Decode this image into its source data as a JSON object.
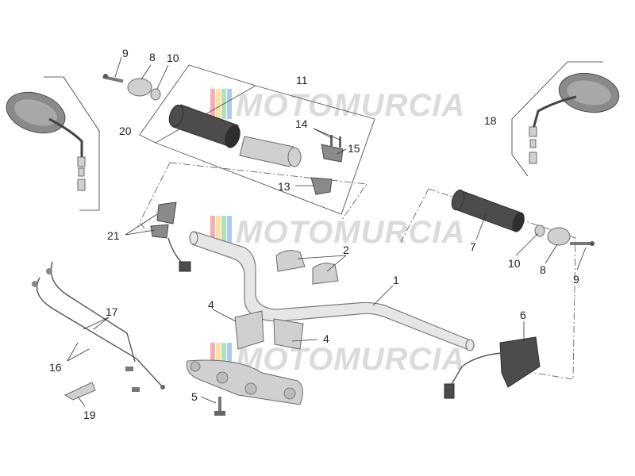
{
  "diagram": {
    "watermark_text": "MOTOMURCIA",
    "callouts": {
      "c1": "1",
      "c2": "2",
      "c4a": "4",
      "c4b": "4",
      "c5": "5",
      "c6": "6",
      "c7": "7",
      "c8a": "8",
      "c8b": "8",
      "c9a": "9",
      "c9b": "9",
      "c10a": "10",
      "c10b": "10",
      "c11": "11",
      "c13": "13",
      "c14": "14",
      "c15": "15",
      "c16": "16",
      "c17": "17",
      "c18": "18",
      "c19": "19",
      "c20": "20",
      "c21": "21"
    },
    "colors": {
      "part_gray": "#8a8a8a",
      "part_dark": "#4c4c4c",
      "watermark": "#bdbdbd",
      "logo_stripes": [
        "#e84a4a",
        "#f2c230",
        "#5cb85c",
        "#4a8fd8"
      ]
    }
  }
}
